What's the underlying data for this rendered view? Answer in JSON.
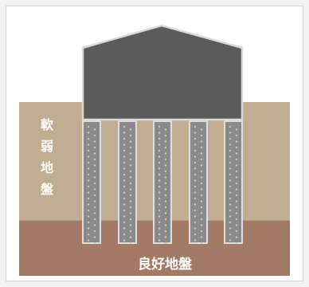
{
  "soft_ground": {
    "label_chars": [
      "軟",
      "弱",
      "地",
      "盤"
    ],
    "color": "#c1ae92"
  },
  "good_ground": {
    "label": "良好地盤",
    "color": "#a27a65"
  },
  "building": {
    "color": "#5b5b5b",
    "outline_color": "#d9d9d9"
  },
  "piles": {
    "count": 5,
    "color": "#8a8a8a",
    "dot_color": "#c9c9c9"
  }
}
